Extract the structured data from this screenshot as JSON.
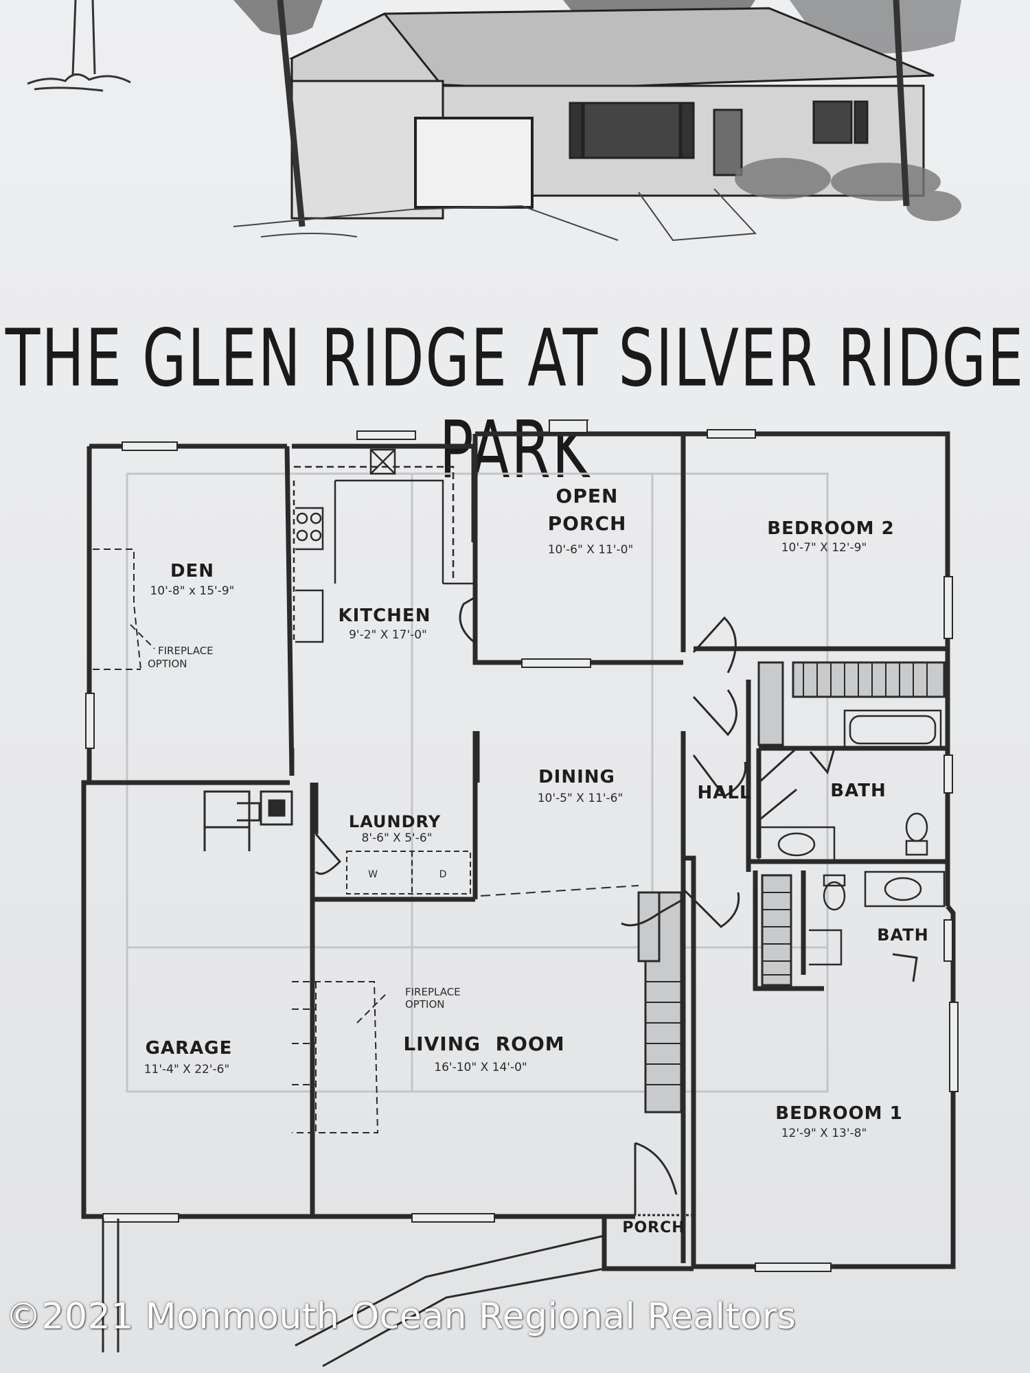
{
  "title": "THE GLEN RIDGE AT SILVER RIDGE PARK",
  "rooms": {
    "den": {
      "name": "DEN",
      "dims": "10'-8\" x 15'-9\""
    },
    "kitchen": {
      "name": "KITCHEN",
      "dims": "9'-2\" X 17'-0\""
    },
    "open_porch": {
      "name_line1": "OPEN",
      "name_line2": "PORCH",
      "dims": "10'-6\" X 11'-0\""
    },
    "bedroom2": {
      "name": "BEDROOM 2",
      "dims": "10'-7\" X 12'-9\""
    },
    "dining": {
      "name": "DINING",
      "dims": "10'-5\" X 11'-6\""
    },
    "hall": {
      "name": "HALL"
    },
    "bath1": {
      "name": "BATH"
    },
    "bath2": {
      "name": "BATH"
    },
    "laundry": {
      "name": "LAUNDRY",
      "dims": "8'-6\" X 5'-6\"",
      "washer": "W",
      "dryer": "D"
    },
    "garage": {
      "name": "GARAGE",
      "dims": "11'-4\" X 22'-6\""
    },
    "living_room": {
      "name": "LIVING  ROOM",
      "dims": "16'-10\" X 14'-0\""
    },
    "bedroom1": {
      "name": "BEDROOM 1",
      "dims": "12'-9\" X 13'-8\""
    },
    "porch": {
      "name": "PORCH"
    }
  },
  "notes": {
    "den_fireplace_1": "FIREPLACE",
    "den_fireplace_2": "OPTION",
    "living_fireplace_1": "FIREPLACE",
    "living_fireplace_2": "OPTION"
  },
  "watermark": "©2021 Monmouth Ocean Regional Realtors",
  "colors": {
    "ink": "#1d1d1d",
    "paper": "#eceded",
    "watermark": "#ffffff"
  }
}
